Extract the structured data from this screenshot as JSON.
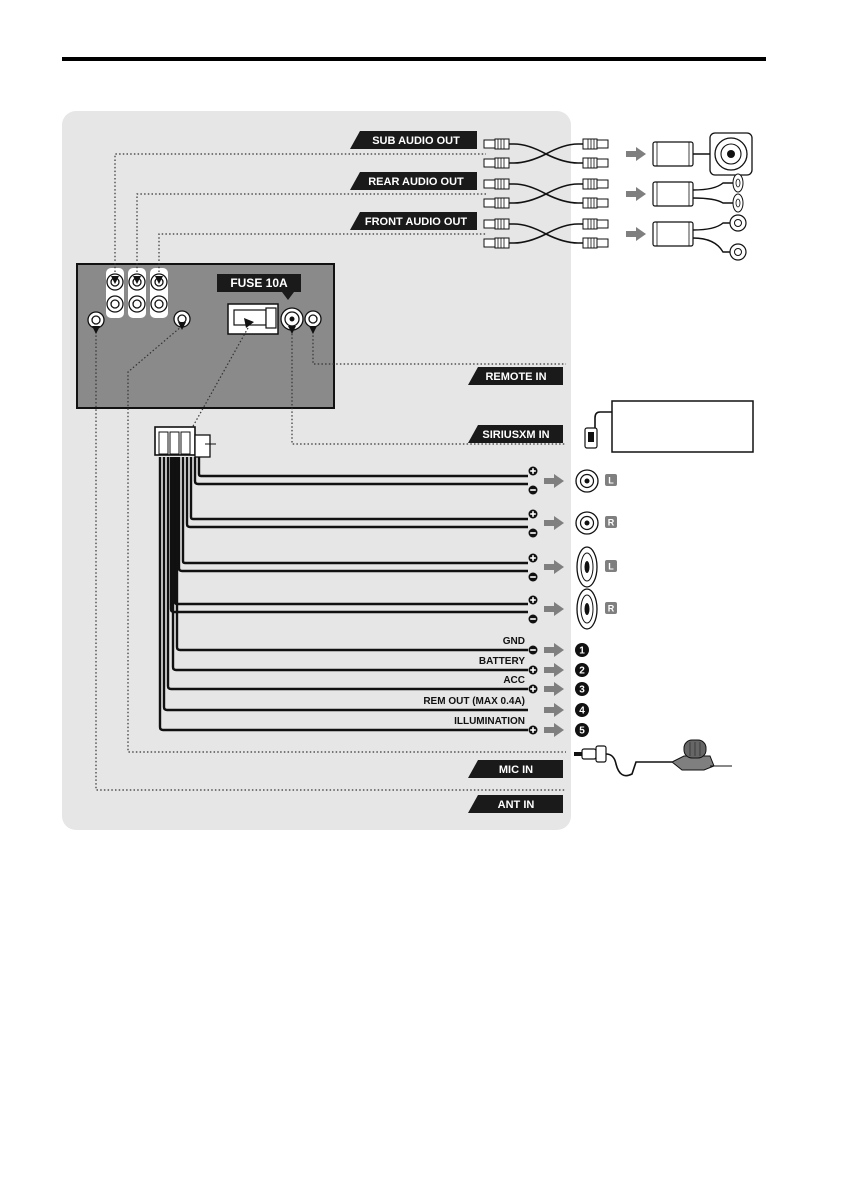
{
  "connections": {
    "sub_audio_out": "SUB AUDIO OUT",
    "rear_audio_out": "REAR AUDIO OUT",
    "front_audio_out": "FRONT AUDIO OUT",
    "fuse": "FUSE 10A",
    "remote_in": "REMOTE IN",
    "siriusxm_in": "SIRIUSXM IN",
    "mic_in": "MIC IN",
    "ant_in": "ANT IN"
  },
  "wires": {
    "gnd": "GND",
    "battery": "BATTERY",
    "acc": "ACC",
    "rem_out": "REM OUT (MAX 0.4A)",
    "illumination": "ILLUMINATION"
  },
  "speaker_channels": [
    "L",
    "R",
    "L",
    "R"
  ],
  "terminal_numbers": [
    "1",
    "2",
    "3",
    "4",
    "5"
  ],
  "colors": {
    "panel": "#e6e6e6",
    "unit": "#8a8a8a",
    "tag": "#1a1a1a",
    "arrow": "#7f7f7f",
    "wire": "#111111"
  }
}
